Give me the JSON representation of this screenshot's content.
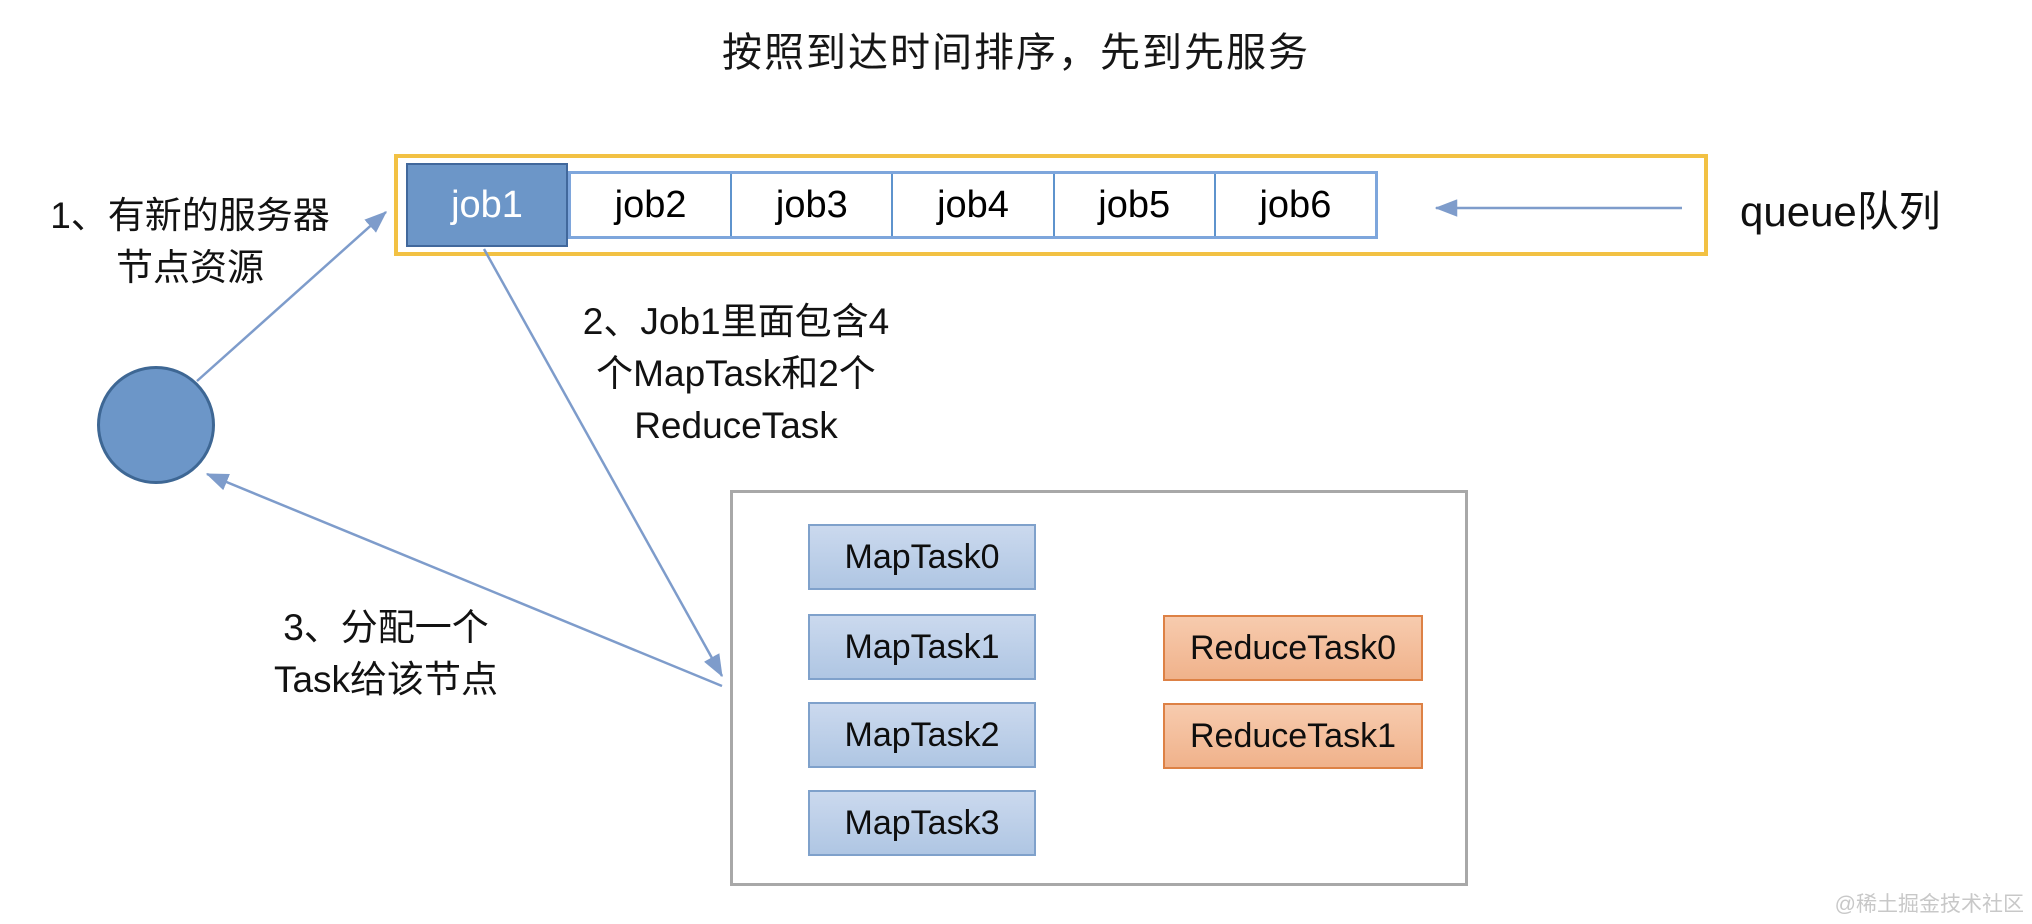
{
  "title": "按照到达时间排序，先到先服务",
  "queue": {
    "jobs": [
      "job1",
      "job2",
      "job3",
      "job4",
      "job5",
      "job6"
    ],
    "label": "queue队列"
  },
  "steps": [
    {
      "lines": [
        "1、有新的服务器",
        "节点资源"
      ]
    },
    {
      "lines": [
        "2、Job1里面包含4",
        "个MapTask和2个",
        "ReduceTask"
      ]
    },
    {
      "lines": [
        "3、分配一个",
        "Task给该节点"
      ]
    }
  ],
  "tasks": {
    "map": [
      "MapTask0",
      "MapTask1",
      "MapTask2",
      "MapTask3"
    ],
    "reduce": [
      "ReduceTask0",
      "ReduceTask1"
    ]
  },
  "watermark": "@稀土掘金技术社区",
  "colors": {
    "node_blue_fill": "#6C96C8",
    "node_blue_border": "#3E6794",
    "map_task_fill": "#B5C9E6",
    "map_task_border": "#7FA1CB",
    "reduce_task_fill": "#F3BD9D",
    "reduce_task_border": "#DD8145",
    "queue_border_gold": "#F2C143",
    "queue_cell_border_blue": "#7EA6DC",
    "arrow_blue": "#7E9CCB",
    "task_box_border_gray": "#A8A8A8"
  }
}
